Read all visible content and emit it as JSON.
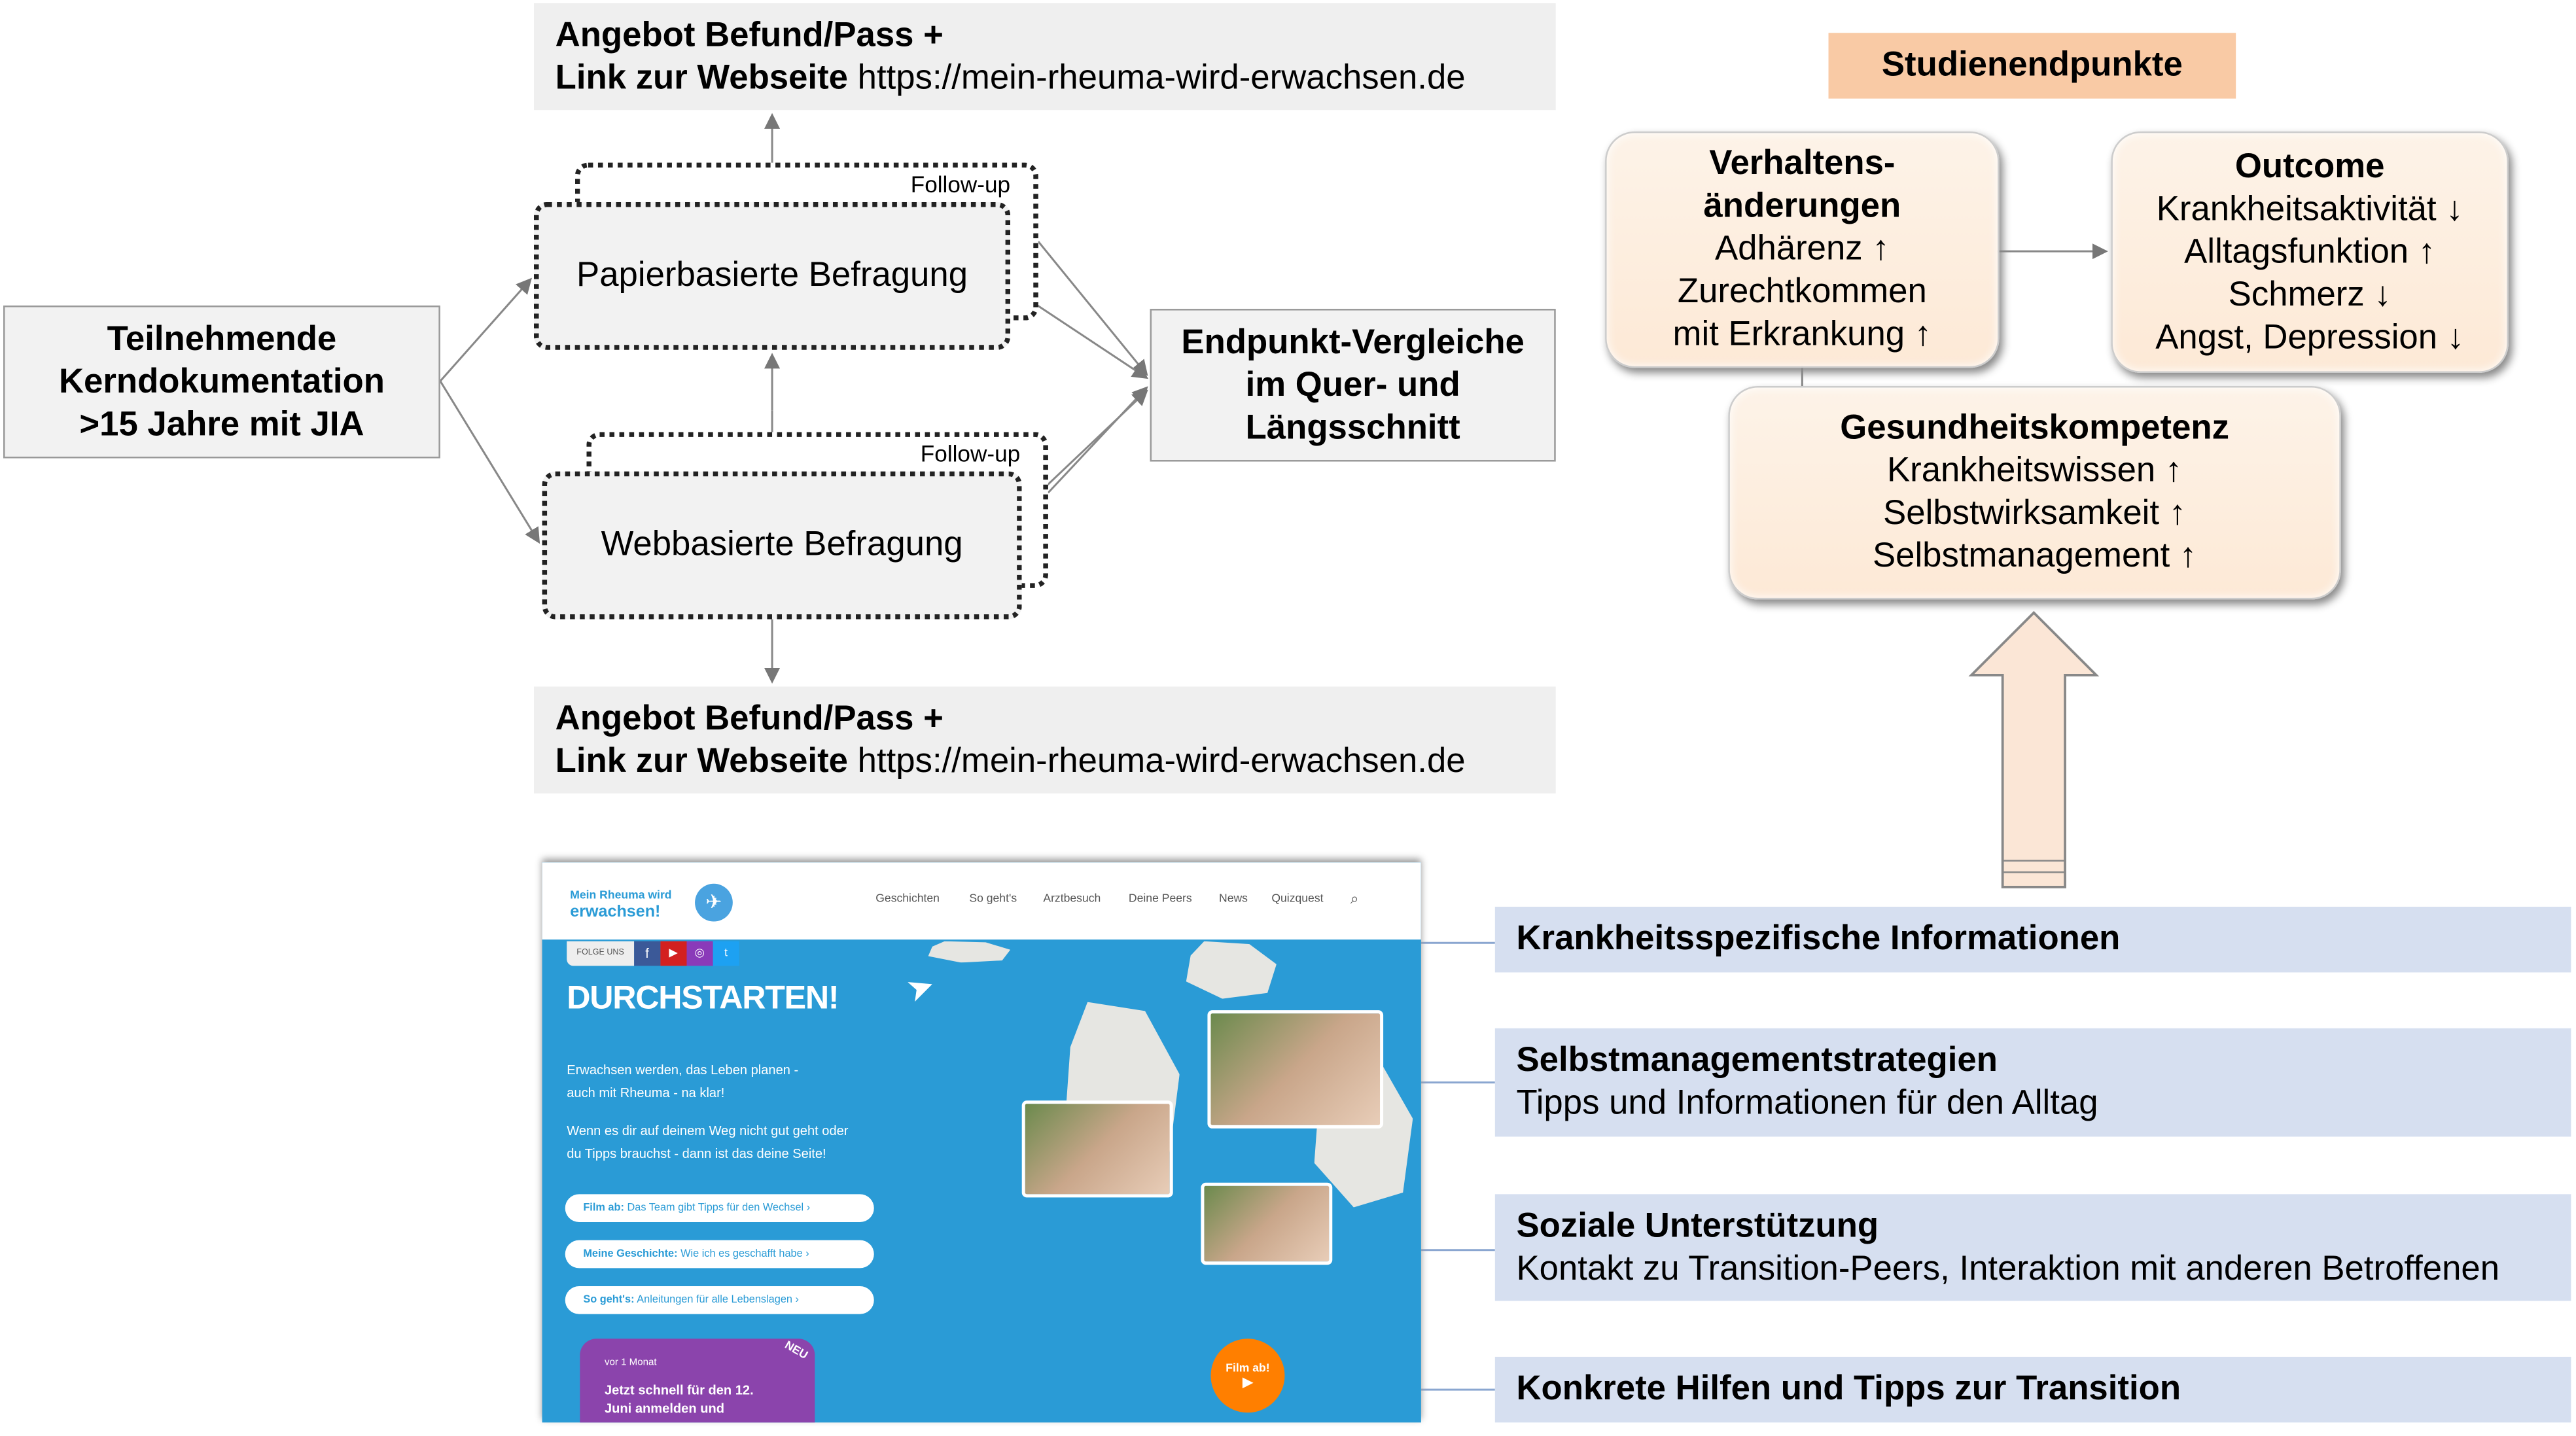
{
  "offer_top": {
    "line1": "Angebot Befund/Pass +",
    "line2_bold": "Link zur Webseite",
    "line2_url": "https://mein-rheuma-wird-erwachsen.de"
  },
  "offer_bottom": {
    "line1": "Angebot Befund/Pass +",
    "line2_bold": "Link zur Webseite",
    "line2_url": "https://mein-rheuma-wird-erwachsen.de"
  },
  "participants": {
    "lines": [
      "Teilnehmende",
      "Kerndokumentation",
      ">15 Jahre mit JIA"
    ]
  },
  "survey_paper": {
    "label": "Papierbasierte Befragung",
    "followup": "Follow-up"
  },
  "survey_web": {
    "label": "Webbasierte Befragung",
    "followup": "Follow-up"
  },
  "endpoint_compare": {
    "lines": [
      "Endpunkt-Vergleiche",
      "im Quer- und",
      "Längsschnitt"
    ]
  },
  "study_endpoints": {
    "title": "Studienendpunkte",
    "title_color": "#f9caa5",
    "behavior": {
      "title1": "Verhaltens-",
      "title2": "änderungen",
      "items": [
        "Adhärenz ↑",
        "Zurechtkommen",
        "mit Erkrankung ↑"
      ]
    },
    "outcome": {
      "title": "Outcome",
      "items": [
        "Krankheitsaktivität ↓",
        "Alltagsfunktion ↑",
        "Schmerz ↓",
        "Angst, Depression ↓"
      ]
    },
    "health_literacy": {
      "title": "Gesundheitskompetenz",
      "items": [
        "Krankheitswissen ↑",
        "Selbstwirksamkeit ↑",
        "Selbstmanagement ↑"
      ]
    }
  },
  "website": {
    "logo_line1": "Mein Rheuma wird",
    "logo_line2": "erwachsen!",
    "nav": [
      "Geschichten",
      "So geht's",
      "Arztbesuch",
      "Deine Peers",
      "News",
      "Quizquest"
    ],
    "follow_label": "FOLGE UNS",
    "social": [
      "facebook-icon",
      "youtube-icon",
      "instagram-icon",
      "twitter-icon"
    ],
    "headline": "DURCHSTARTEN!",
    "intro1a": "Erwachsen werden, das Leben planen -",
    "intro1b": "auch mit Rheuma - na klar!",
    "intro2a": "Wenn es dir auf deinem Weg nicht gut geht oder",
    "intro2b": "du Tipps brauchst - dann ist das deine Seite!",
    "links": [
      {
        "bold": "Film ab:",
        "text": "Das Team gibt Tipps für den Wechsel"
      },
      {
        "bold": "Meine Geschichte:",
        "text": "Wie ich es geschafft habe"
      },
      {
        "bold": "So geht's:",
        "text": "Anleitungen für alle Lebenslagen"
      }
    ],
    "news_badge": "NEU",
    "news_time": "vor 1 Monat",
    "news_title1": "Jetzt schnell für den 12.",
    "news_title2": "Juni anmelden und",
    "film_button": "Film ab!",
    "colors": {
      "bg": "#2a9bd6",
      "purple": "#8b44ac",
      "orange": "#ff7f00"
    }
  },
  "features": [
    {
      "title": "Krankheitsspezifische Informationen",
      "sub": ""
    },
    {
      "title": "Selbstmanagementstrategien",
      "sub": "Tipps und Informationen für den Alltag"
    },
    {
      "title": "Soziale Unterstützung",
      "sub": "Kontakt zu Transition-Peers, Interaktion mit anderen Betroffenen"
    },
    {
      "title": "Konkrete Hilfen und Tipps zur Transition",
      "sub": ""
    }
  ]
}
